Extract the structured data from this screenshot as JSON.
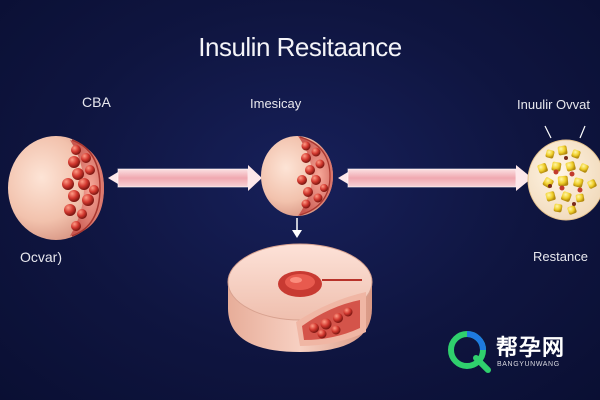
{
  "title": "Insulin Resitaance",
  "labels": {
    "top_left": "CBA",
    "top_center": "Imesicay",
    "top_right": "Inuulir Ovvat",
    "bottom_left": "Ocvar)",
    "bottom_right": "Restance"
  },
  "watermark": {
    "text": "帮孕网",
    "subtext": "BANGYUNWANG"
  },
  "colors": {
    "background": "#101643",
    "cell_skin": "#f3c4b0",
    "cell_inner": "#d64a45",
    "arrow": "#f2b9bf",
    "yellow_granules": "#f2d533",
    "watermark_green": "#2fd06d",
    "watermark_blue": "#1e7ae0"
  }
}
